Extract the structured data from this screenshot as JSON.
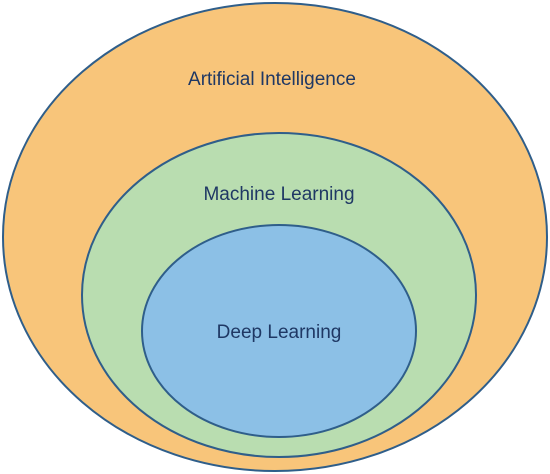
{
  "diagram": {
    "outer": {
      "label": "Artificial Intelligence",
      "fill": "#F8C57A",
      "stroke": "#2F5E8A"
    },
    "middle": {
      "label": "Machine Learning",
      "fill": "#B9DDB0",
      "stroke": "#2F5E8A"
    },
    "inner": {
      "label": "Deep Learning",
      "fill": "#8CC0E6",
      "stroke": "#2F5E8A"
    },
    "text_color": "#1F3864"
  }
}
